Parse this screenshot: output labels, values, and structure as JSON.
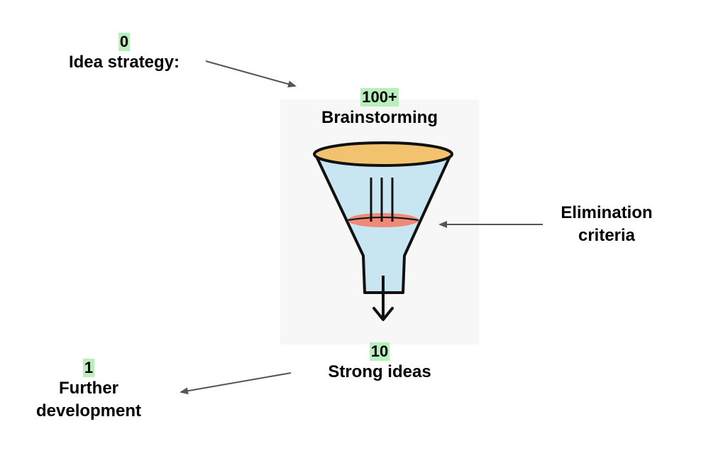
{
  "steps": {
    "strategy": {
      "count": "0",
      "label": "Idea strategy:"
    },
    "brainstorm": {
      "count": "100+",
      "label": "Brainstorming"
    },
    "elimination": {
      "label_line1": "Elimination",
      "label_line2": "criteria"
    },
    "strong": {
      "count": "10",
      "label": "Strong ideas"
    },
    "further": {
      "count": "1",
      "label_line1": "Further",
      "label_line2": "development"
    }
  },
  "colors": {
    "badge": "#b8f0bc",
    "funnel_rim": "#f2c26e",
    "funnel_body": "#c8e6f2",
    "filter_band": "#ef8a78",
    "arrow": "#555555"
  }
}
